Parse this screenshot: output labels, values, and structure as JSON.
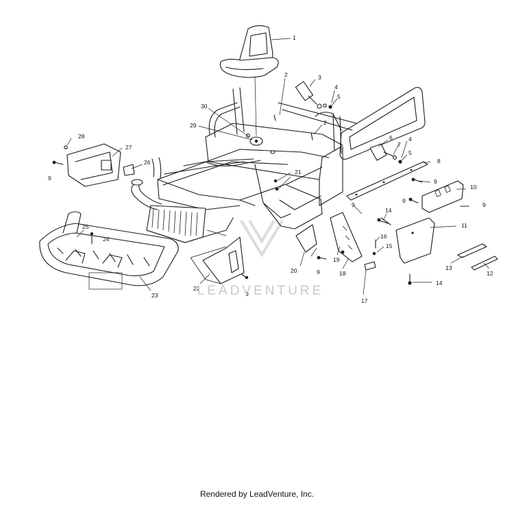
{
  "watermark": "LEADVENTURE",
  "footer": "Rendered by LeadVenture, Inc.",
  "colors": {
    "line": "#1a1a1a",
    "watermark": "#c9c9c9",
    "background": "#ffffff"
  },
  "callouts": [
    "1",
    "2",
    "3",
    "4",
    "5",
    "2",
    "30",
    "29",
    "6",
    "7",
    "4",
    "5",
    "8",
    "28",
    "27",
    "9",
    "26",
    "21",
    "9",
    "10",
    "9",
    "9",
    "9",
    "14",
    "11",
    "25",
    "24",
    "19",
    "20",
    "9",
    "16",
    "15",
    "18",
    "13",
    "12",
    "23",
    "22",
    "9",
    "14",
    "17"
  ]
}
